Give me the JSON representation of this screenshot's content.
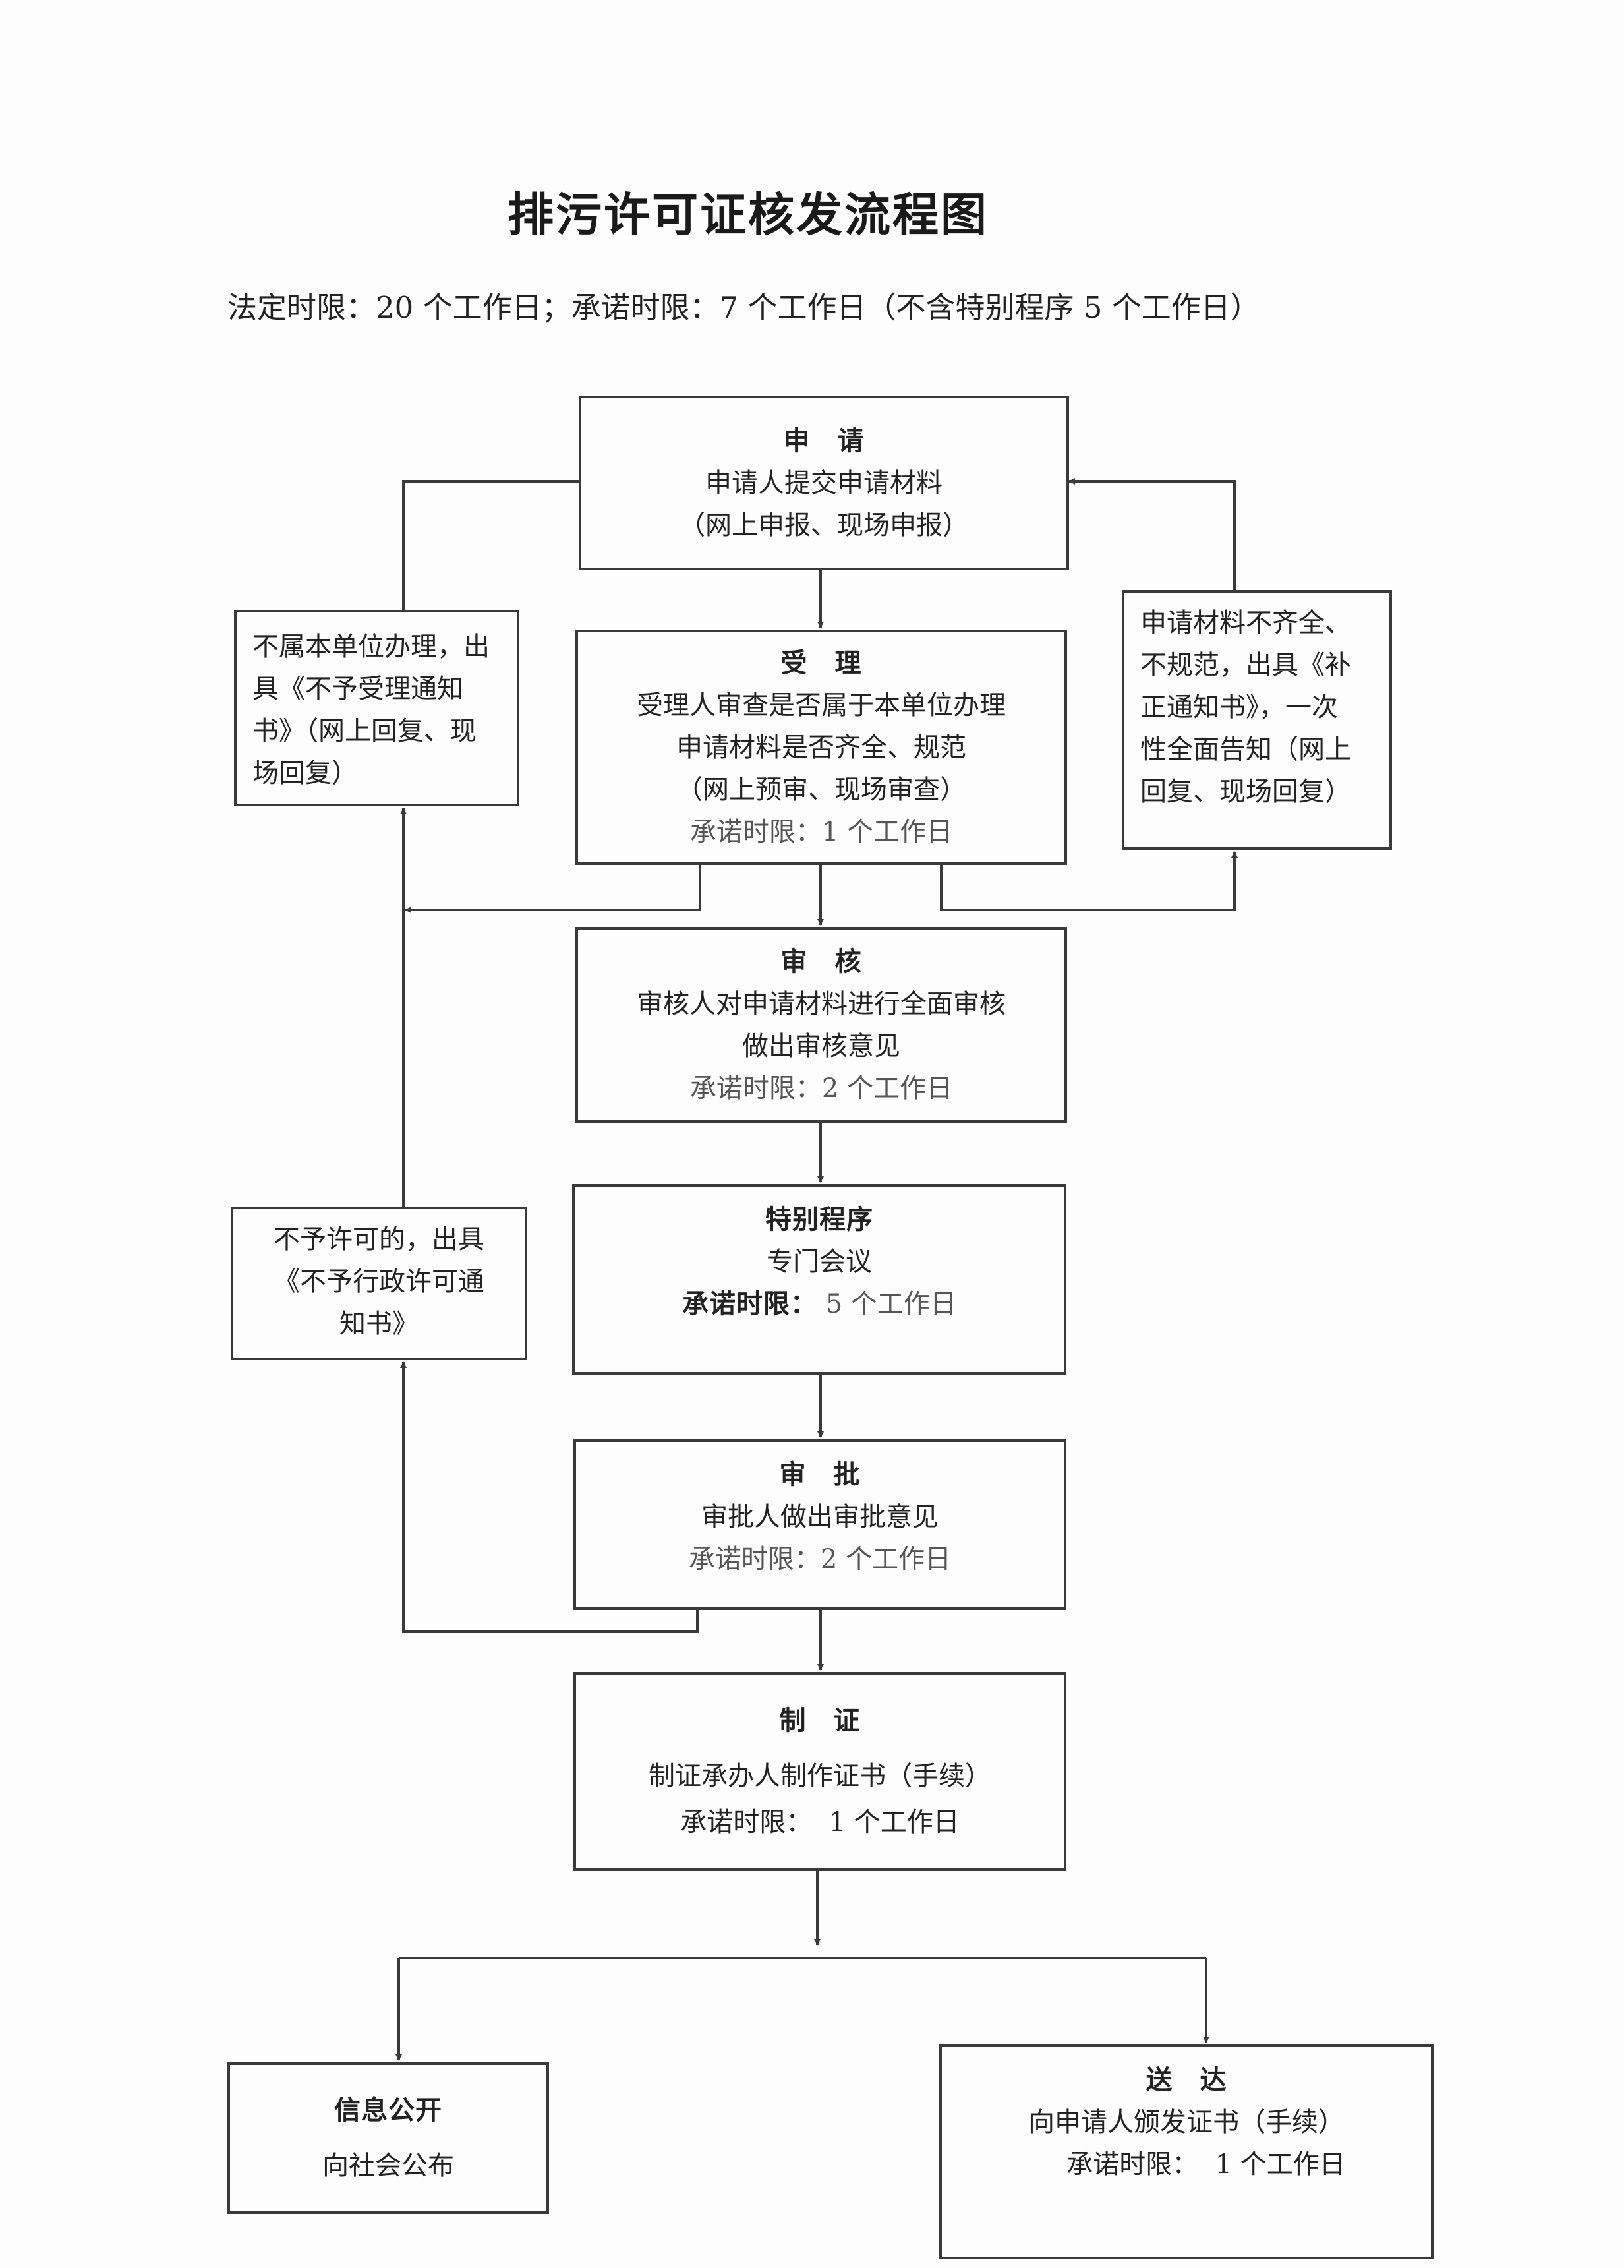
{
  "title": "排污许可证核发流程图",
  "subtitle": "法定时限：20 个工作日；承诺时限：7 个工作日（不含特别程序 5 个工作日）",
  "steps": {
    "apply": {
      "heading": "申　请",
      "lines": [
        "申请人提交申请材料",
        "（网上申报、现场申报）"
      ]
    },
    "accept": {
      "heading": "受　理",
      "lines": [
        "受理人审查是否属于本单位办理",
        "申请材料是否齐全、规范",
        "（网上预审、现场审查）"
      ],
      "limit": "承诺时限：1 个工作日"
    },
    "review": {
      "heading": "审　核",
      "lines": [
        "审核人对申请材料进行全面审核",
        "做出审核意见"
      ],
      "limit": "承诺时限：2 个工作日"
    },
    "special": {
      "heading": "特别程序",
      "lines": [
        "专门会议"
      ],
      "limit_label": "承诺时限：",
      "limit_value": "5 个工作日"
    },
    "approve": {
      "heading": "审　批",
      "lines": [
        "审批人做出审批意见"
      ],
      "limit": "承诺时限：2 个工作日"
    },
    "certify": {
      "heading": "制　证",
      "lines": [
        "制证承办人制作证书（手续）"
      ],
      "limit": "承诺时限：  1 个工作日"
    },
    "publish": {
      "heading": "信息公开",
      "lines": [
        "向社会公布"
      ]
    },
    "deliver": {
      "heading": "送　达",
      "lines": [
        "向申请人颁发证书（手续）"
      ],
      "limit": "承诺时限：  1 个工作日"
    }
  },
  "side_notes": {
    "not_our_unit": [
      "不属本单位办理，出",
      "具《不予受理通知",
      "书》（网上回复、现",
      "场回复）"
    ],
    "incomplete": [
      "申请材料不齐全、",
      "不规范，出具《补",
      "正通知书》，一次",
      "性全面告知（网上",
      "回复、现场回复）"
    ],
    "not_permitted": [
      "不予许可的，出具",
      "《不予行政许可通",
      "知书》"
    ]
  }
}
